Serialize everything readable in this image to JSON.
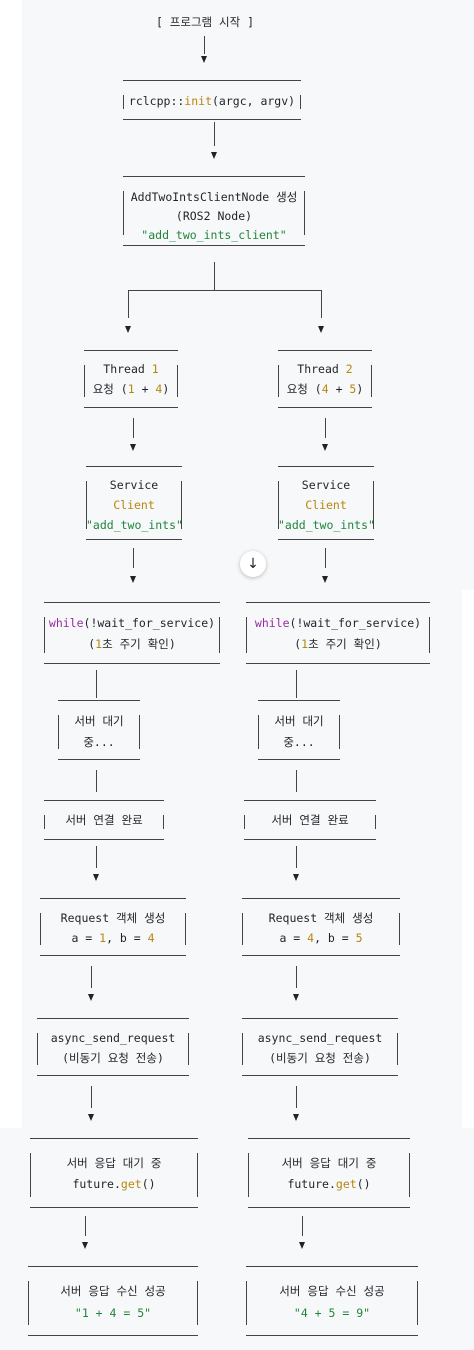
{
  "start_label": "[ 프로그램 시작 ]",
  "init": {
    "prefix": "rclcpp::",
    "fn": "init",
    "args": "(argc, argv)"
  },
  "node": {
    "line1": "AddTwoIntsClientNode 생성",
    "line2": "(ROS2 Node)",
    "name": "\"add_two_ints_client\""
  },
  "threads": [
    {
      "thread_label": "Thread",
      "thread_num": "1",
      "request_pre": "요청 (",
      "a": "1",
      "op": " + ",
      "b": "4",
      "request_post": ")",
      "service_l1": "Service",
      "service_l2": "Client",
      "service_l3": "\"add_two_ints\"",
      "wait_kw": "while",
      "wait_rest": "(!wait_for_service)",
      "wait_num": "1",
      "wait_sub": "초 주기 확인)",
      "wait_open": "(",
      "server_wait_l1": "서버 대기",
      "server_wait_l2": "중...",
      "connected": "서버 연결 완료",
      "req_create": "Request 객체 생성",
      "assign_a_pre": "a = ",
      "assign_a": "1",
      "assign_mid": ", b = ",
      "assign_b": "4",
      "async": "async_send_request",
      "async_sub": "(비동기 요청 전송)",
      "resp_wait": "서버 응답 대기 중",
      "future_pre": "future.",
      "future_fn": "get",
      "future_post": "()",
      "success": "서버 응답 수신 성공",
      "result": "\"1 + 4 = 5\""
    },
    {
      "thread_label": "Thread",
      "thread_num": "2",
      "request_pre": "요청 (",
      "a": "4",
      "op": " + ",
      "b": "5",
      "request_post": ")",
      "service_l1": "Service",
      "service_l2": "Client",
      "service_l3": "\"add_two_ints\"",
      "wait_kw": "while",
      "wait_rest": "(!wait_for_service)",
      "wait_num": "1",
      "wait_sub": "초 주기 확인)",
      "wait_open": "(",
      "server_wait_l1": "서버 대기",
      "server_wait_l2": "중...",
      "connected": "서버 연결 완료",
      "req_create": "Request 객체 생성",
      "assign_a_pre": "a = ",
      "assign_a": "4",
      "assign_mid": ", b = ",
      "assign_b": "5",
      "async": "async_send_request",
      "async_sub": "(비동기 요청 전송)",
      "resp_wait": "서버 응답 대기 중",
      "future_pre": "future.",
      "future_fn": "get",
      "future_post": "()",
      "success": "서버 응답 수신 성공",
      "result": "\"4 + 5 = 9\""
    }
  ],
  "scroll_icon": "arrow-down-icon",
  "scroll_glyph": "↓"
}
